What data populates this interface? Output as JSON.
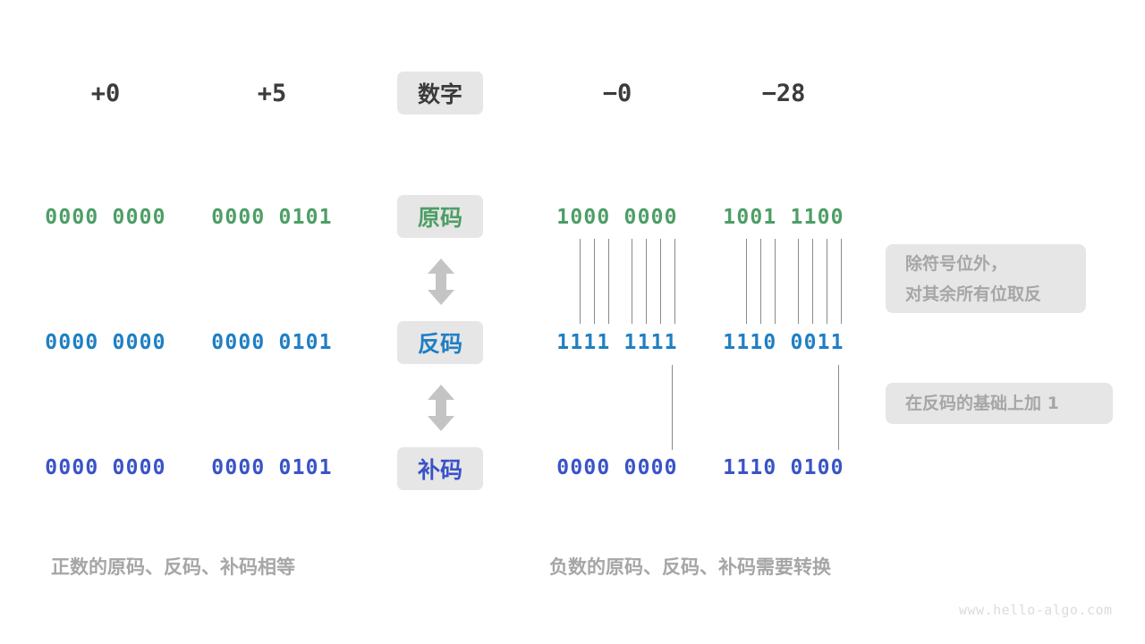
{
  "colors": {
    "sign_magnitude": "#4d9e66",
    "ones_complement": "#1f7fc4",
    "twos_complement": "#3a53c8",
    "header_text": "#3b3b3b",
    "pill_bg": "#e6e6e6",
    "muted_text": "#a6a6a6",
    "line": "#8a8a8a",
    "arrow": "#c4c4c4",
    "watermark": "#dcdcdc",
    "background": "#ffffff"
  },
  "header": {
    "label_pill": "数字",
    "columns": [
      {
        "name": "pos-zero",
        "value": "+0"
      },
      {
        "name": "pos-five",
        "value": "+5"
      },
      {
        "name": "neg-zero",
        "value": "−0"
      },
      {
        "name": "neg-twentyeight",
        "value": "−28"
      }
    ]
  },
  "rows": [
    {
      "pill": "原码",
      "values": [
        "0000 0000",
        "0000 0101",
        "1000 0000",
        "1001 1100"
      ]
    },
    {
      "pill": "反码",
      "values": [
        "0000 0000",
        "0000 0101",
        "1111 1111",
        "1110 0011"
      ]
    },
    {
      "pill": "补码",
      "values": [
        "0000 0000",
        "0000 0101",
        "0000 0000",
        "1110 0100"
      ]
    }
  ],
  "arrows": {
    "between_row1_row2": "double-arrow-vertical",
    "between_row2_row3": "double-arrow-vertical"
  },
  "notes": [
    {
      "lines": [
        "除符号位外，",
        "对其余所有位取反"
      ]
    },
    {
      "lines": [
        "在反码的基础上加 1"
      ]
    }
  ],
  "captions": {
    "left": "正数的原码、反码、补码相等",
    "right": "负数的原码、反码、补码需要转换"
  },
  "watermark": "www.hello-algo.com"
}
